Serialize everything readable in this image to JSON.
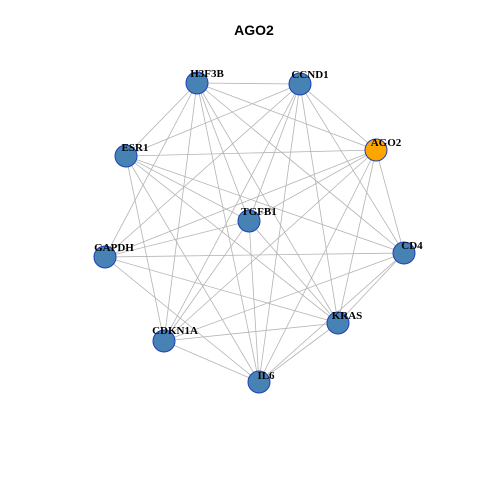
{
  "title": "AGO2",
  "colors": {
    "default_node": "#4682b4",
    "highlight_node": "#ffa500",
    "node_border": "#1f3fb8",
    "edge": "#b4b4b4"
  },
  "nodes": [
    {
      "id": "H3F3B",
      "label": "H3F3B",
      "highlight": false
    },
    {
      "id": "CCND1",
      "label": "CCND1",
      "highlight": false
    },
    {
      "id": "ESR1",
      "label": "ESR1",
      "highlight": false
    },
    {
      "id": "AGO2",
      "label": "AGO2",
      "highlight": true
    },
    {
      "id": "TGFB1",
      "label": "TGFB1",
      "highlight": false
    },
    {
      "id": "GAPDH",
      "label": "GAPDH",
      "highlight": false
    },
    {
      "id": "CD4",
      "label": "CD4",
      "highlight": false
    },
    {
      "id": "KRAS",
      "label": "KRAS",
      "highlight": false
    },
    {
      "id": "CDKN1A",
      "label": "CDKN1A",
      "highlight": false
    },
    {
      "id": "IL6",
      "label": "IL6",
      "highlight": false
    }
  ],
  "edges": [
    [
      "H3F3B",
      "CCND1"
    ],
    [
      "H3F3B",
      "AGO2"
    ],
    [
      "H3F3B",
      "TGFB1"
    ],
    [
      "H3F3B",
      "CD4"
    ],
    [
      "H3F3B",
      "KRAS"
    ],
    [
      "H3F3B",
      "CDKN1A"
    ],
    [
      "H3F3B",
      "IL6"
    ],
    [
      "H3F3B",
      "GAPDH"
    ],
    [
      "H3F3B",
      "ESR1"
    ],
    [
      "CCND1",
      "ESR1"
    ],
    [
      "CCND1",
      "AGO2"
    ],
    [
      "CCND1",
      "TGFB1"
    ],
    [
      "CCND1",
      "GAPDH"
    ],
    [
      "CCND1",
      "CD4"
    ],
    [
      "CCND1",
      "KRAS"
    ],
    [
      "CCND1",
      "CDKN1A"
    ],
    [
      "CCND1",
      "IL6"
    ],
    [
      "ESR1",
      "AGO2"
    ],
    [
      "ESR1",
      "TGFB1"
    ],
    [
      "ESR1",
      "CD4"
    ],
    [
      "ESR1",
      "KRAS"
    ],
    [
      "ESR1",
      "CDKN1A"
    ],
    [
      "ESR1",
      "IL6"
    ],
    [
      "AGO2",
      "TGFB1"
    ],
    [
      "AGO2",
      "GAPDH"
    ],
    [
      "AGO2",
      "CD4"
    ],
    [
      "AGO2",
      "KRAS"
    ],
    [
      "AGO2",
      "CDKN1A"
    ],
    [
      "AGO2",
      "IL6"
    ],
    [
      "TGFB1",
      "GAPDH"
    ],
    [
      "TGFB1",
      "KRAS"
    ],
    [
      "TGFB1",
      "IL6"
    ],
    [
      "TGFB1",
      "CDKN1A"
    ],
    [
      "GAPDH",
      "CD4"
    ],
    [
      "GAPDH",
      "KRAS"
    ],
    [
      "GAPDH",
      "IL6"
    ],
    [
      "CD4",
      "CDKN1A"
    ],
    [
      "CD4",
      "KRAS"
    ],
    [
      "CD4",
      "IL6"
    ],
    [
      "KRAS",
      "CDKN1A"
    ],
    [
      "KRAS",
      "IL6"
    ],
    [
      "CDKN1A",
      "IL6"
    ]
  ]
}
